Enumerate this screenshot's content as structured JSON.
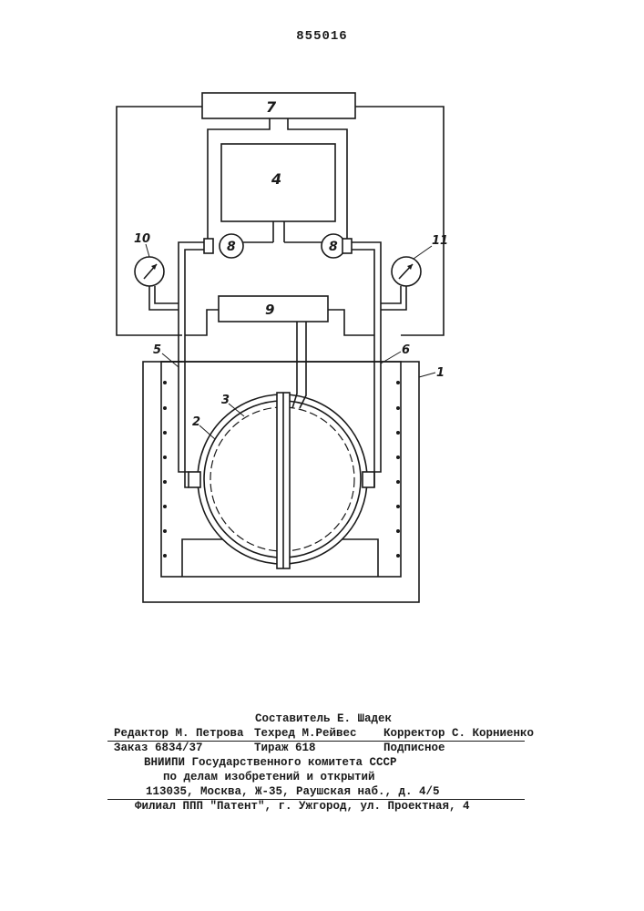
{
  "patent_number": "855016",
  "diagram": {
    "labels": {
      "block7": "7",
      "block4": "4",
      "sensor_left": "8",
      "sensor_right": "8",
      "block9": "9",
      "gauge_left": "10",
      "gauge_right": "11",
      "line5": "5",
      "line6": "6",
      "vessel": "1",
      "sphere": "2",
      "inner": "3"
    }
  },
  "imprint": {
    "compiler": "Составитель Е. Шадек",
    "editor": "Редактор М. Петрова",
    "techred": "Техред М.Рейвес",
    "corrector": "Корректор С. Корниенко",
    "order": "Заказ 6834/37",
    "circulation": "Тираж 618",
    "subscription": "Подписное",
    "org1": "ВНИИПИ Государственного комитета СССР",
    "org2": "по делам изобретений и открытий",
    "address": "113035, Москва, Ж-35, Раушская наб., д. 4/5",
    "branch": "Филиал ППП \"Патент\", г. Ужгород, ул. Проектная, 4"
  }
}
